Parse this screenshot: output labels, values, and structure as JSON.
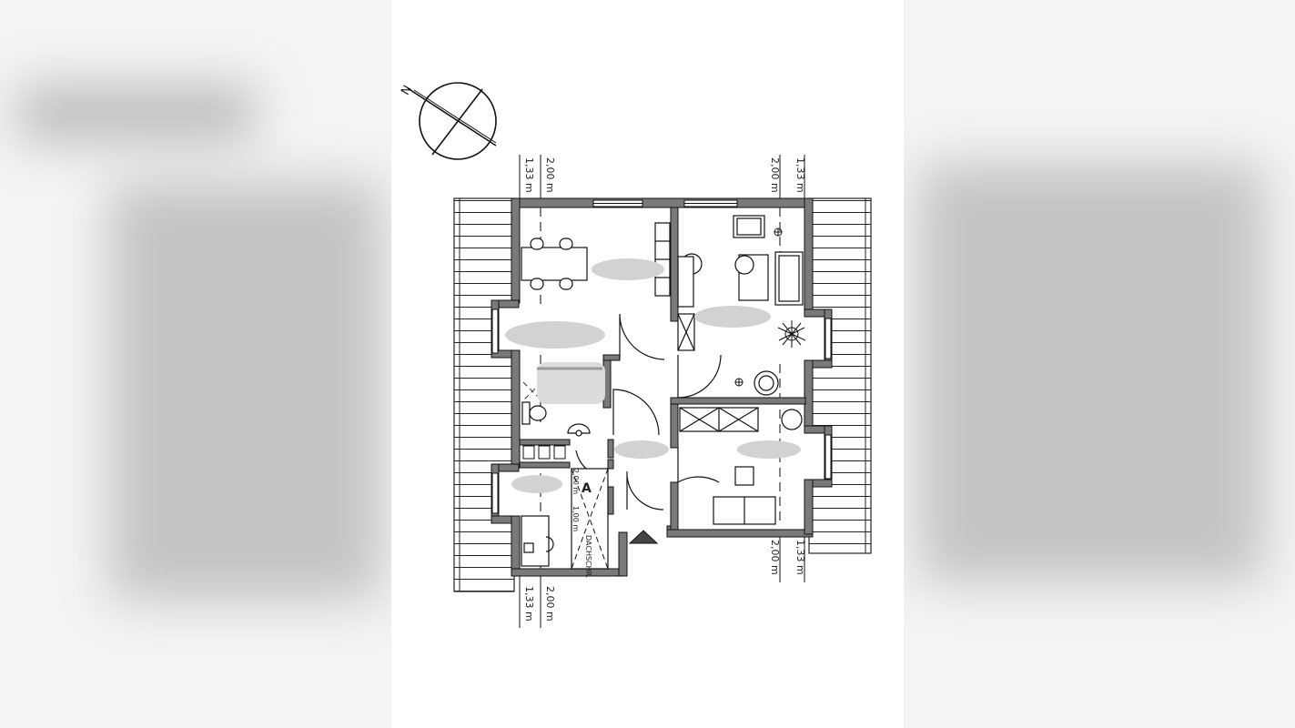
{
  "floor_plan": {
    "dimension_labels": {
      "top_left_a": "1,33 m",
      "top_left_b": "2,00 m",
      "top_right_a": "2,00 m",
      "top_right_b": "1,33 m",
      "bottom_left_a": "1,33 m",
      "bottom_left_b": "2,00 m",
      "bottom_right_a": "2,00 m",
      "bottom_right_b": "1,33 m"
    },
    "storage": {
      "room_letter": "A",
      "height_top": "2,00 m",
      "height_bottom": "1,00 m",
      "side_text": "DACHSCHR."
    },
    "colors": {
      "wall": "#7a7a7a",
      "wall_outline": "#111111",
      "line": "#222222",
      "background": "#ffffff"
    },
    "icons": [
      "north-arrow-icon",
      "entrance-arrow-icon"
    ]
  }
}
